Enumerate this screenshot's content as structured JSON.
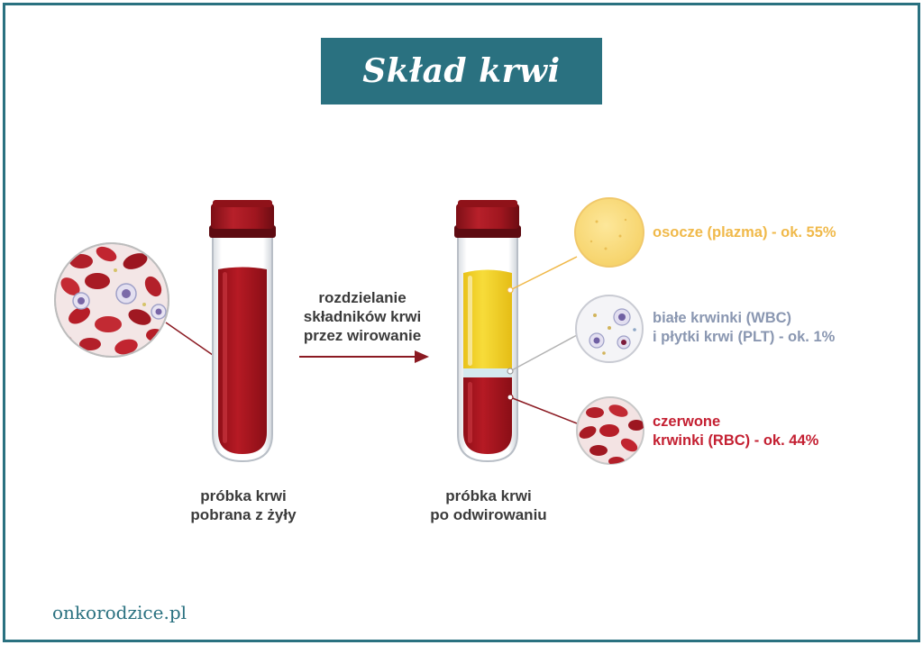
{
  "title": "Skład krwi",
  "tube_left_label": [
    "próbka krwi",
    "pobrana z żyły"
  ],
  "arrow_label": [
    "rozdzielanie",
    "składników krwi",
    "przez wirowanie"
  ],
  "tube_right_label": [
    "próbka krwi",
    "po odwirowaniu"
  ],
  "components": {
    "plasma": {
      "label": "osocze (plazma) - ok. 55%",
      "color": "#f0b94a",
      "fraction": 0.55
    },
    "wbc": {
      "label": [
        "białe krwinki (WBC)",
        "i płytki krwi (PLT) - ok. 1%"
      ],
      "color": "#8a97b1",
      "fraction": 0.01
    },
    "rbc": {
      "label": [
        "czerwone",
        "krwinki (RBC) - ok. 44%"
      ],
      "color": "#c42032",
      "fraction": 0.44
    }
  },
  "footer": "onkorodzice.pl"
}
